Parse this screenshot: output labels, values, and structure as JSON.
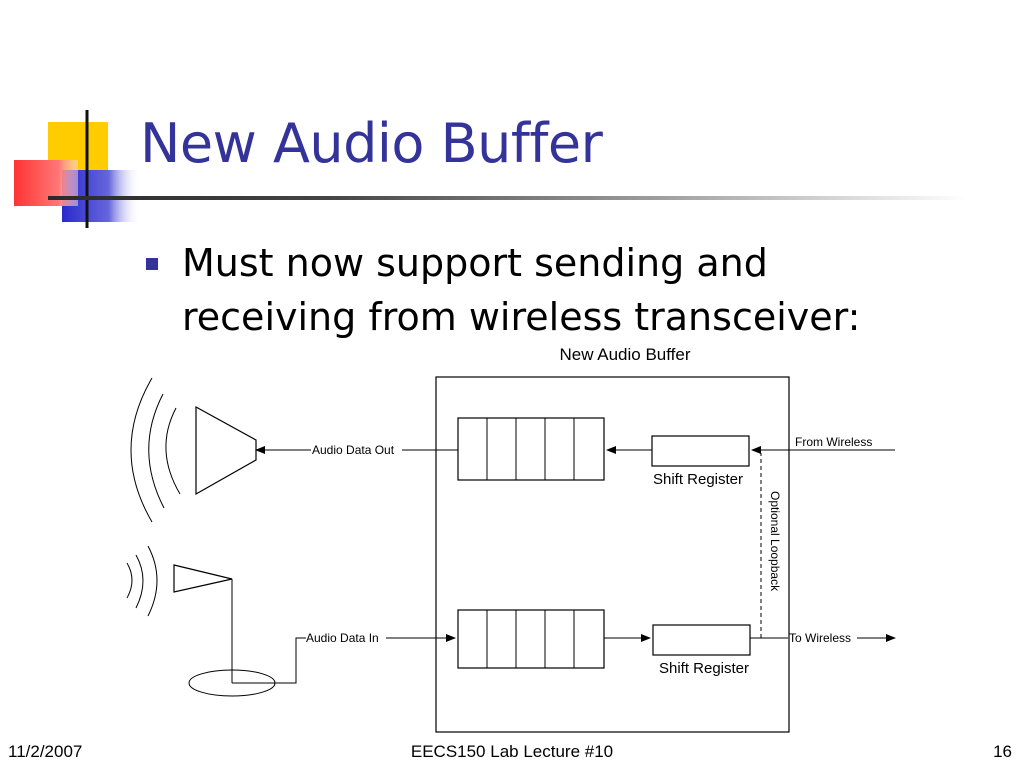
{
  "slide": {
    "title": "New Audio Buffer",
    "bullets": [
      "Must now support sending and receiving from wireless transceiver:"
    ]
  },
  "diagram": {
    "title": "New Audio Buffer",
    "labels": {
      "audio_data_out": "Audio Data Out",
      "audio_data_in": "Audio Data In",
      "from_wireless": "From Wireless",
      "to_wireless": "To Wireless",
      "shift_register_top": "Shift Register",
      "shift_register_bottom": "Shift Register",
      "optional_loopback": "Optional Loopback"
    }
  },
  "footer": {
    "date": "11/2/2007",
    "center": "EECS150 Lab Lecture #10",
    "page": "16"
  },
  "colors": {
    "title": "#333399",
    "bullet": "#333399",
    "logo_yellow": "#ffcc00",
    "logo_red": "#ff3333",
    "logo_blue": "#3333cc"
  }
}
